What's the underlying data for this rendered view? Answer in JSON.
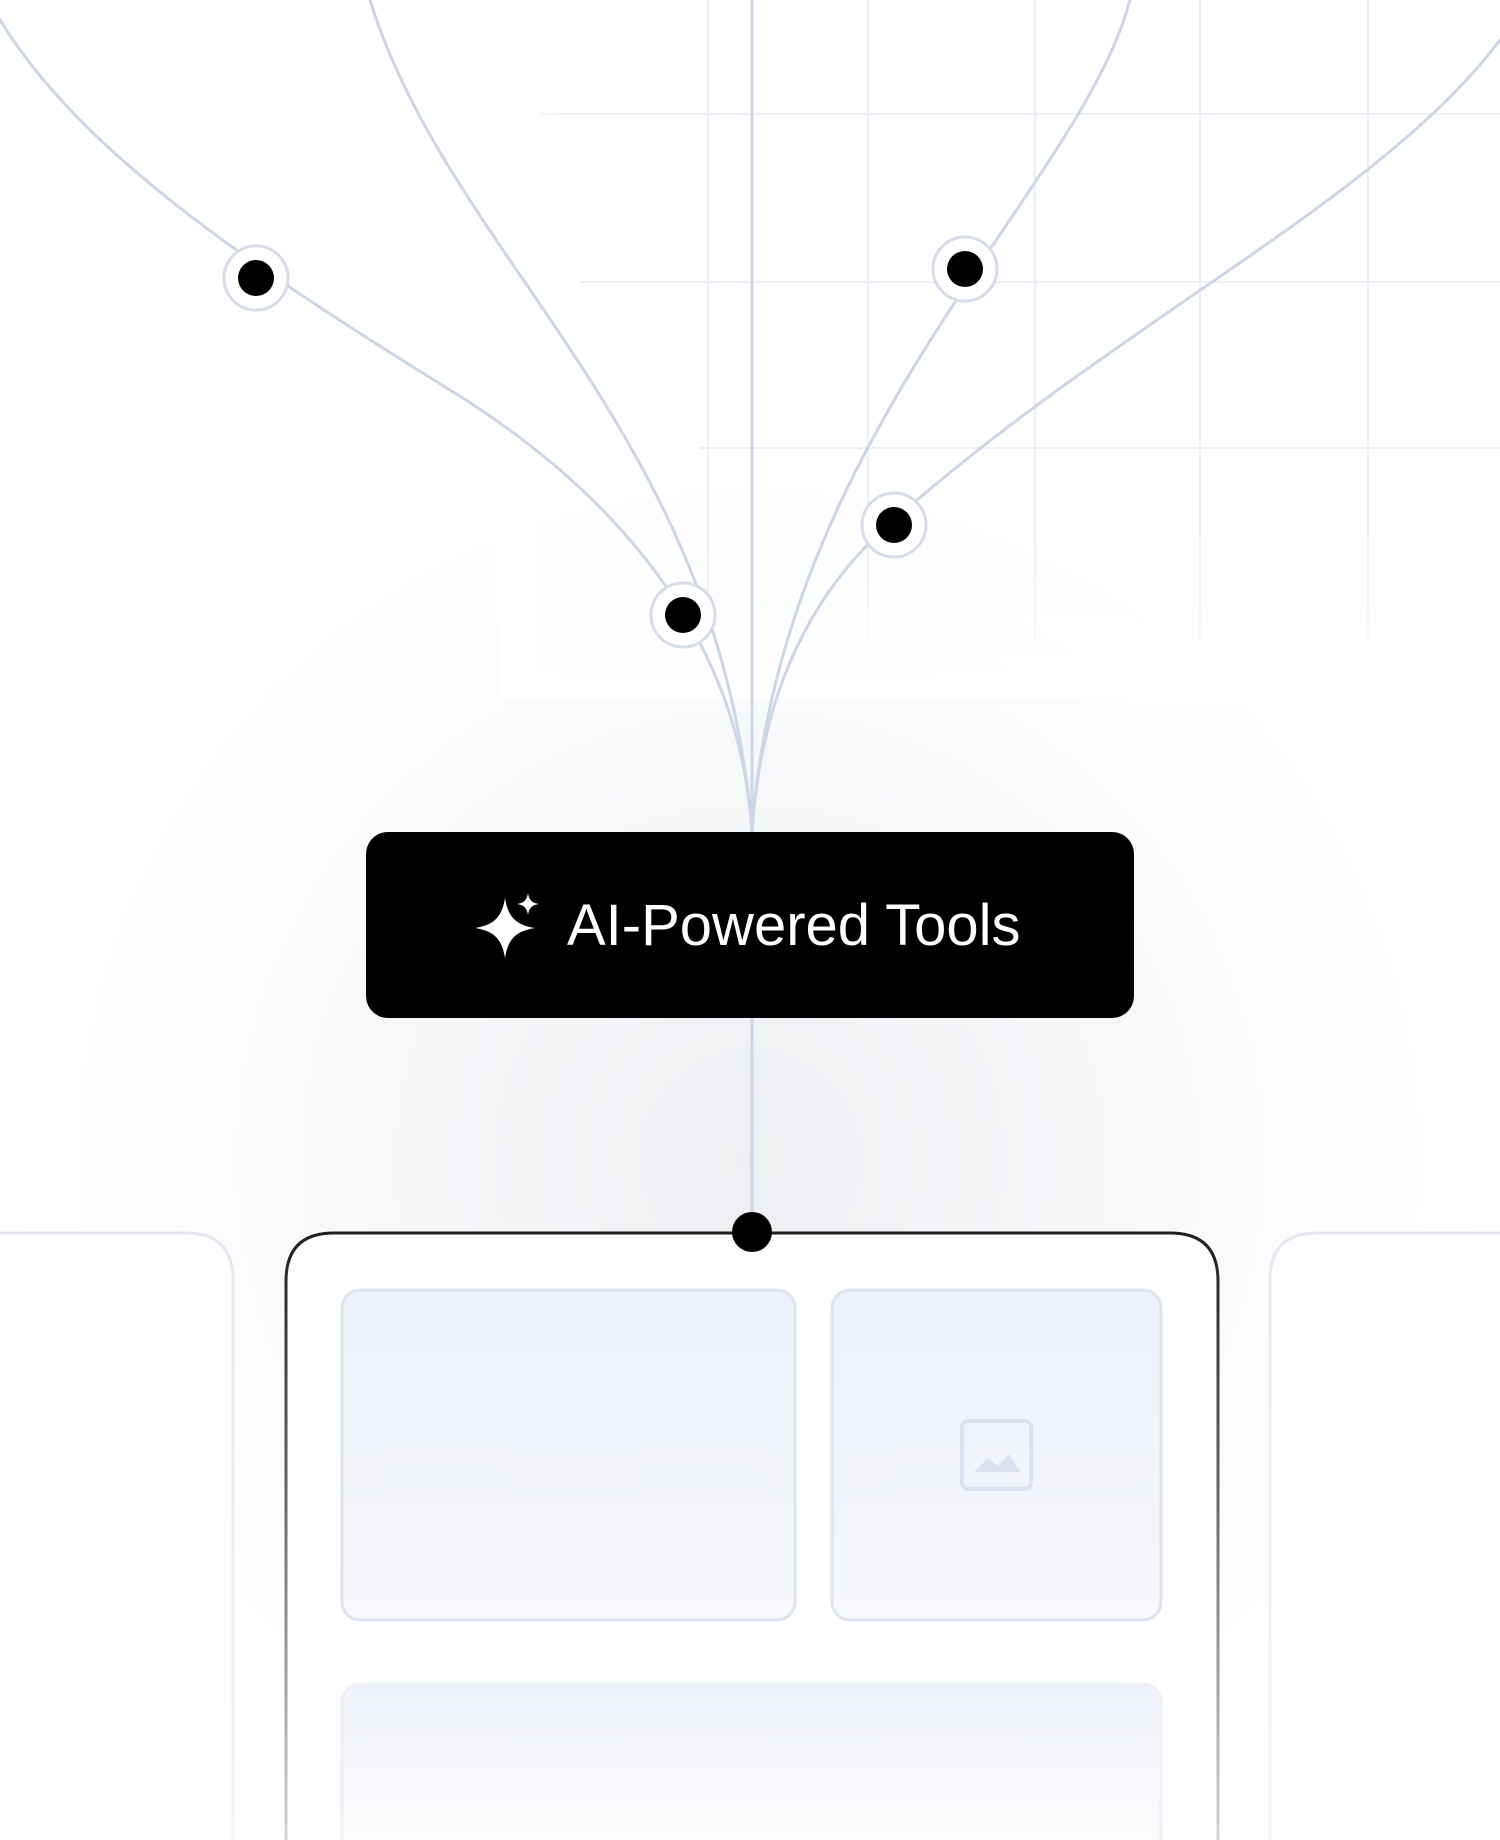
{
  "diagram": {
    "hub_label": "AI-Powered Tools",
    "hub_icon": "sparkle-icon",
    "preview_icon": "image-icon",
    "colors": {
      "background": "#ffffff",
      "connector_line": "#cdd6e6",
      "grid_line": "#eceff5",
      "node_fill": "#000000",
      "node_ring": "#d6dcea",
      "hub_fill": "#000000",
      "hub_text": "#ffffff",
      "card_border": "#1f1f1f",
      "panel_fill": "#eef1fa",
      "panel_border": "#dde3ef"
    },
    "input_nodes": [
      {
        "id": "node-1"
      },
      {
        "id": "node-2"
      },
      {
        "id": "node-3"
      },
      {
        "id": "node-4"
      },
      {
        "id": "node-5"
      }
    ]
  }
}
